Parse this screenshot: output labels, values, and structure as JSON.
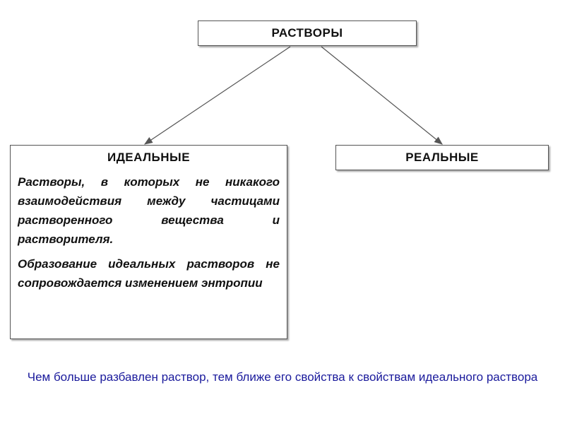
{
  "diagram": {
    "root": {
      "label": "РАСТВОРЫ"
    },
    "ideal": {
      "title": "ИДЕАЛЬНЫЕ",
      "paragraphs": [
        "Растворы, в которых не никакого взаимодействия между частицами растворенного вещества и растворителя.",
        "Образование идеальных растворов не сопровождается изменением энтропии"
      ]
    },
    "real": {
      "title": "РЕАЛЬНЫЕ"
    },
    "note": "Чем больше разбавлен раствор, тем ближе его свойства к свойствам идеального раствора"
  },
  "colors": {
    "border": "#555555",
    "arrow": "#555555",
    "note_text": "#1a1a9c"
  }
}
